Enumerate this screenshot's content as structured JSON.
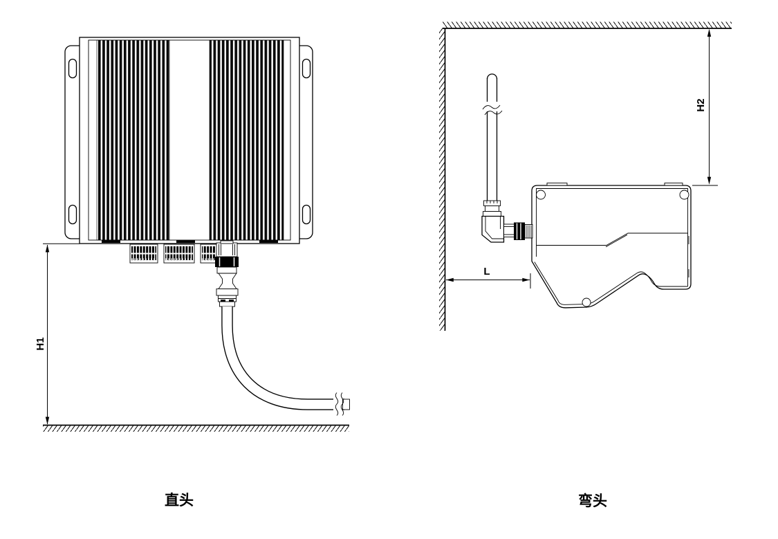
{
  "colors": {
    "background": "#ffffff",
    "line": "#000000"
  },
  "figures": {
    "straight": {
      "caption": "直头",
      "height_dimension_label": "H1"
    },
    "elbow": {
      "caption": "弯头",
      "height_dimension_label": "H2",
      "length_dimension_label": "L"
    }
  }
}
